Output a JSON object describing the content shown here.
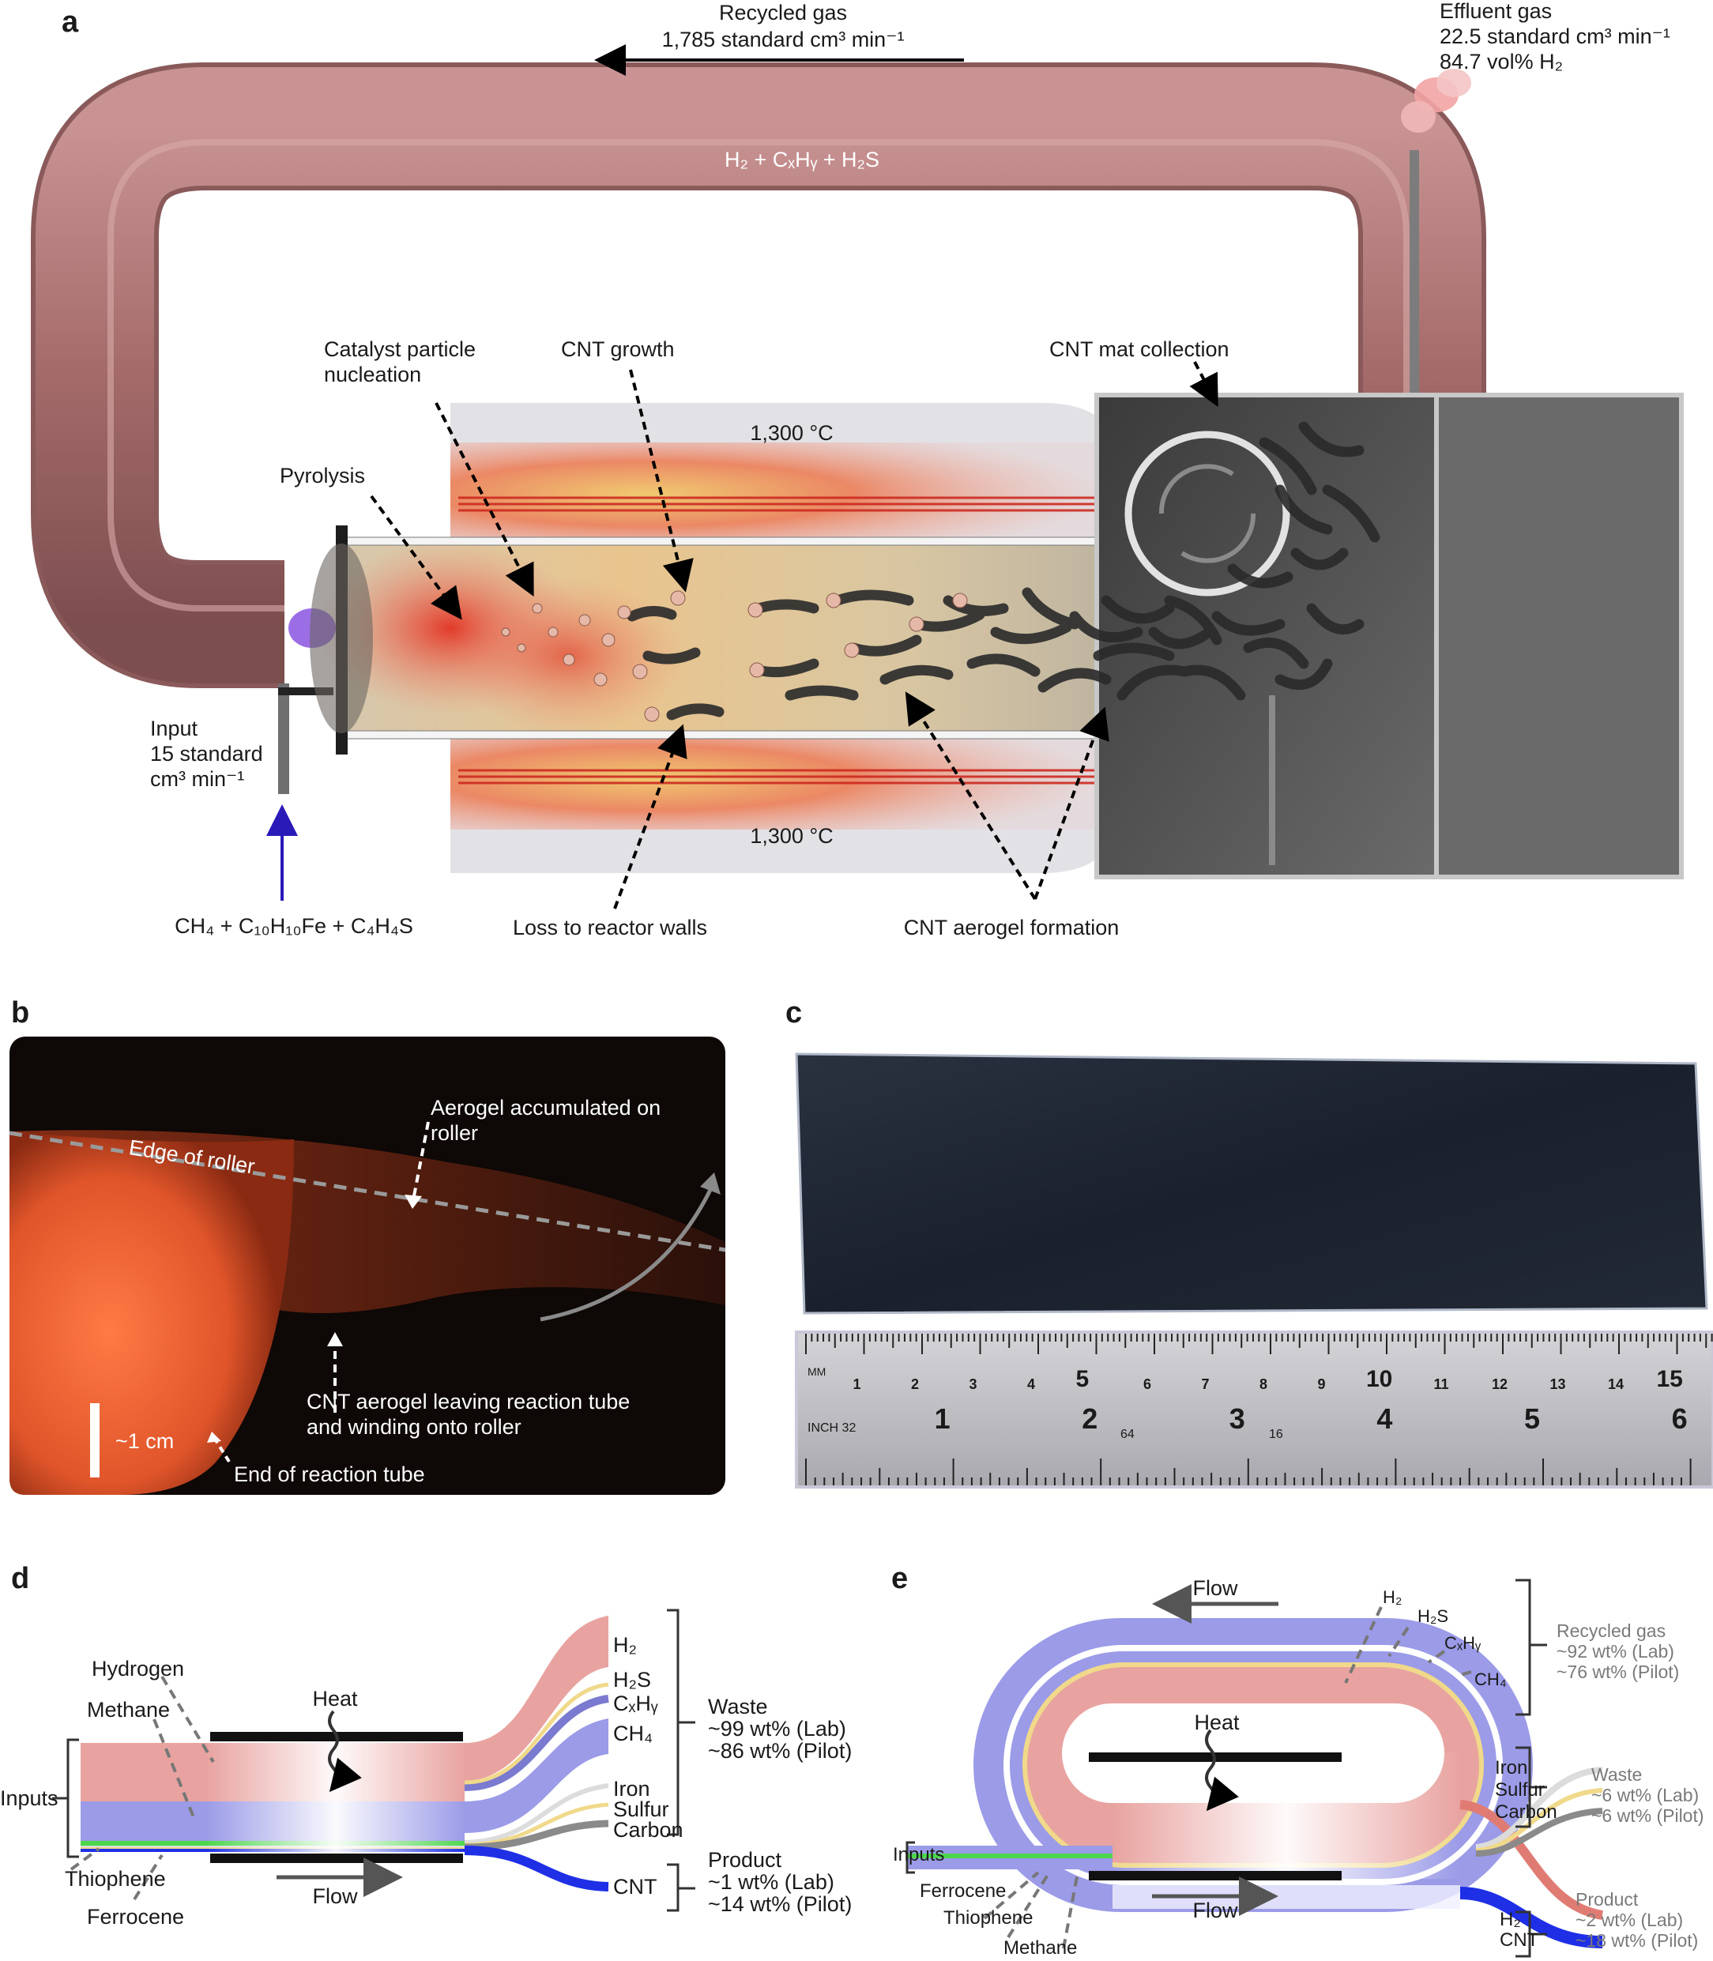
{
  "panels": {
    "a": {
      "letter": "a",
      "recycled_gas": {
        "title": "Recycled gas",
        "rate": "1,785 standard cm³ min⁻¹"
      },
      "effluent_gas": {
        "title": "Effluent gas",
        "rate": "22.5 standard cm³ min⁻¹",
        "composition": "84.7 vol% H₂"
      },
      "loop_composition": "H₂ + CₓHᵧ + H₂S",
      "catalyst_nucleation": [
        "Catalyst particle",
        "nucleation"
      ],
      "cnt_growth": "CNT growth",
      "cnt_mat_collection": "CNT mat collection",
      "pyrolysis": "Pyrolysis",
      "temp_top": "1,300 °C",
      "temp_bottom": "1,300 °C",
      "input": {
        "title": "Input",
        "line2": "15 standard",
        "line3": "cm³ min⁻¹"
      },
      "feedstock": "CH₄ + C₁₀H₁₀Fe + C₄H₄S",
      "loss_to_walls": "Loss to reactor walls",
      "aerogel_formation": "CNT aerogel formation",
      "colors": {
        "loop": "#a86e6e",
        "furnace_glow": "#e8412a",
        "collector": "#4a4a4a"
      }
    },
    "b": {
      "letter": "b",
      "aerogel_accumulated": [
        "Aerogel accumulated on",
        "roller"
      ],
      "edge_of_roller": "Edge of roller",
      "leaving_tube": [
        "CNT aerogel leaving reaction tube",
        "and winding onto roller"
      ],
      "scale": "~1 cm",
      "end_of_tube": "End of reaction tube"
    },
    "c": {
      "letter": "c",
      "ruler_mm_label": "MM",
      "ruler_inch_label": "INCH 32",
      "ruler_mm_numbers": [
        "1",
        "2",
        "3",
        "4",
        "5",
        "6",
        "7",
        "8",
        "9",
        "10",
        "11",
        "12",
        "13",
        "14",
        "15"
      ],
      "ruler_inch_numbers": [
        "1",
        "2",
        "3",
        "4",
        "5",
        "6"
      ],
      "ruler_small_marks": [
        "64",
        "16"
      ]
    },
    "d": {
      "letter": "d",
      "hydrogen": "Hydrogen",
      "methane": "Methane",
      "inputs": "Inputs",
      "thiophene": "Thiophene",
      "ferrocene": "Ferrocene",
      "heat": "Heat",
      "flow": "Flow",
      "out_h2": "H₂",
      "out_h2s": "H₂S",
      "out_cxhy": "CₓHᵧ",
      "out_ch4": "CH₄",
      "out_iron": "Iron",
      "out_sulfur": "Sulfur",
      "out_carbon": "Carbon",
      "out_cnt": "CNT",
      "waste": {
        "title": "Waste",
        "lab": "~99 wt% (Lab)",
        "pilot": "~86 wt% (Pilot)"
      },
      "product": {
        "title": "Product",
        "lab": "~1 wt% (Lab)",
        "pilot": "~14 wt% (Pilot)"
      }
    },
    "e": {
      "letter": "e",
      "flow_top": "Flow",
      "flow_bottom": "Flow",
      "heat": "Heat",
      "h2": "H₂",
      "h2s": "H₂S",
      "cxhy": "CₓHᵧ",
      "ch4": "CH₄",
      "iron": "Iron",
      "sulfur": "Sulfur",
      "carbon": "Carbon",
      "inputs": "Inputs",
      "ferrocene": "Ferrocene",
      "thiophene": "Thiophene",
      "methane": "Methane",
      "out_h2": "H₂",
      "out_cnt": "CNT",
      "recycled": {
        "title": "Recycled gas",
        "lab": "~92 wt% (Lab)",
        "pilot": "~76 wt% (Pilot)"
      },
      "waste": {
        "title": "Waste",
        "lab": "~6 wt% (Lab)",
        "pilot": "~6 wt% (Pilot)"
      },
      "product": {
        "title": "Product",
        "lab": "~2 wt% (Lab)",
        "pilot": "~18 wt% (Pilot)"
      }
    }
  },
  "colors": {
    "hydrogen": "#e8a3a0",
    "methane": "#9b9be8",
    "sulfur": "#f0d98a",
    "iron": "#dcdcdc",
    "carbon": "#8a8a8a",
    "cnt": "#1e2fe6",
    "thiophene": "#4cd64c"
  }
}
